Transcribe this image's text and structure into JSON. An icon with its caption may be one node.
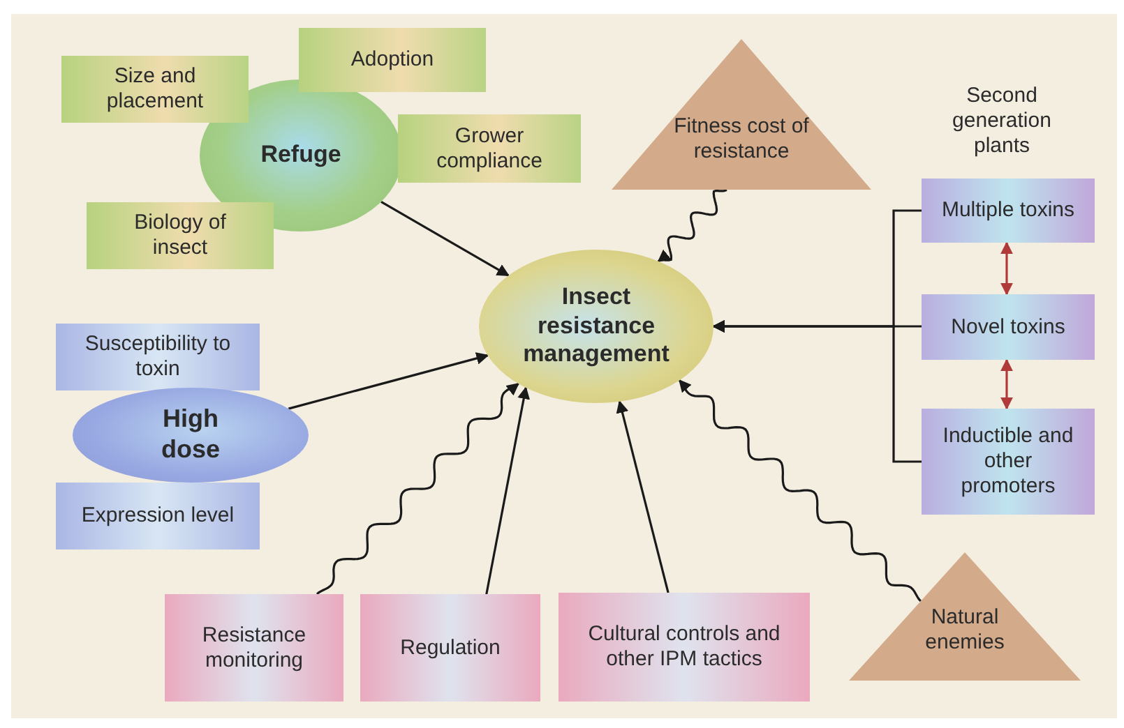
{
  "diagram": {
    "nodes": [
      {
        "text": [
          "Size and placement"
        ]
      },
      {
        "text": [
          "Adoption"
        ]
      },
      {
        "text": [
          "Refuge"
        ]
      },
      {
        "text": [
          "Grower compliance"
        ]
      },
      {
        "text": [
          "Biology of insect"
        ]
      },
      {
        "text": [
          "Fitness cost of resistance"
        ]
      },
      {
        "text": [
          "Multiple toxins"
        ]
      },
      {
        "text": [
          "Novel toxins"
        ]
      },
      {
        "text": [
          "Inductible and other promoters"
        ]
      },
      {
        "text": [
          "Insect resistance management"
        ]
      },
      {
        "text": [
          "Susceptibility to toxin"
        ]
      },
      {
        "text": [
          "High dose"
        ]
      },
      {
        "text": [
          "Expression level"
        ]
      },
      {
        "text": [
          "Resistance monitoring"
        ]
      },
      {
        "text": [
          "Regulation"
        ]
      },
      {
        "text": [
          "Cultural controls and other IPM tactics"
        ]
      },
      {
        "text": [
          "Natural enemies"
        ]
      }
    ],
    "edges": [
      {
        "from": 2,
        "to": 9,
        "arrow": "to"
      },
      {
        "from": 5,
        "to": 9,
        "arrow": "to"
      },
      {
        "from": 6,
        "to": 9,
        "arrow": "to"
      },
      {
        "from": 7,
        "to": 9,
        "arrow": "to"
      },
      {
        "from": 8,
        "to": 9,
        "arrow": "to"
      },
      {
        "from": 6,
        "to": 7,
        "arrow": "both",
        "color": "#b03a3a"
      },
      {
        "from": 7,
        "to": 8,
        "arrow": "both",
        "color": "#b03a3a"
      },
      {
        "from": 11,
        "to": 9,
        "arrow": "to"
      },
      {
        "from": 13,
        "to": 9,
        "arrow": "to"
      },
      {
        "from": 14,
        "to": 9,
        "arrow": "to"
      },
      {
        "from": 15,
        "to": 9,
        "arrow": "to"
      },
      {
        "from": 16,
        "to": 9,
        "arrow": "to"
      }
    ],
    "labels": [
      "Second generation plants"
    ]
  }
}
